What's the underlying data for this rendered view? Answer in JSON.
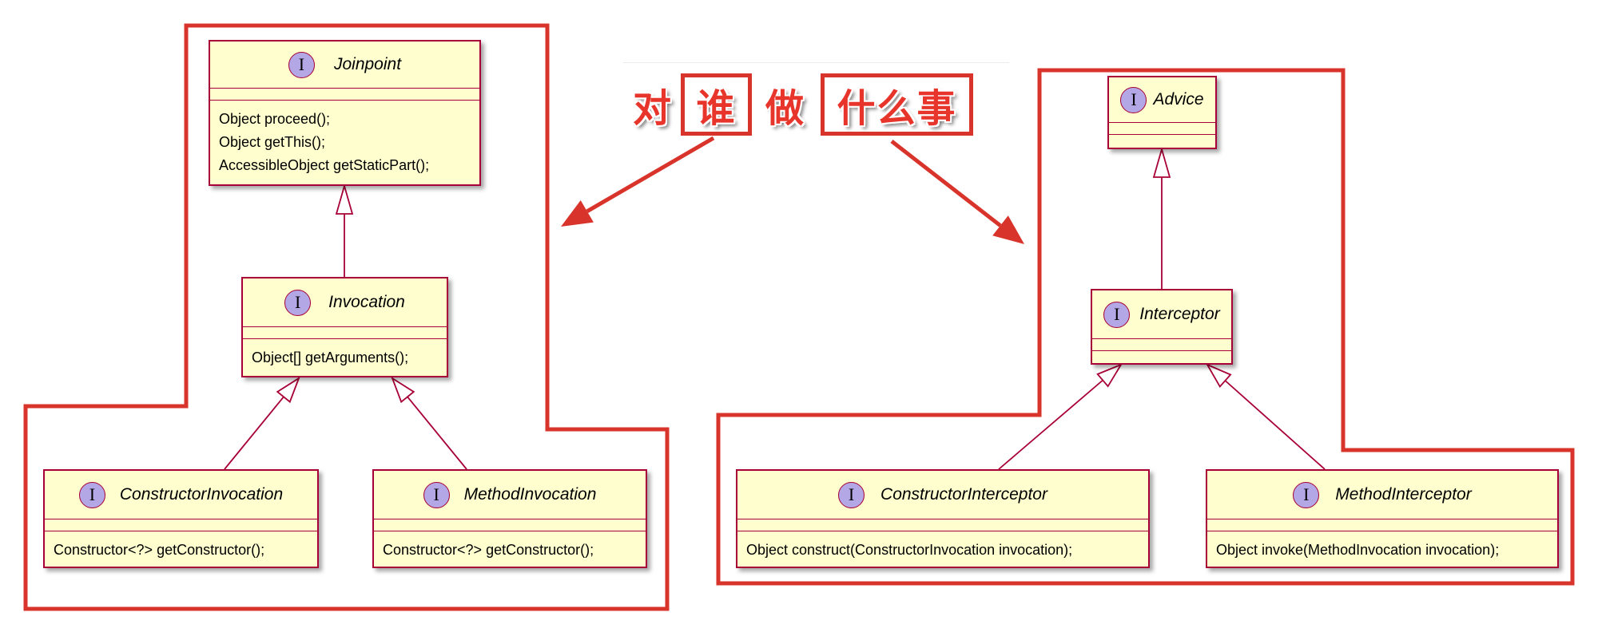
{
  "annotation": {
    "dui": "对",
    "shui": "谁",
    "zuo": "做",
    "shenme": "什么事"
  },
  "interfaces": {
    "joinpoint": {
      "stereotype": "I",
      "name": "Joinpoint",
      "methods": [
        "Object proceed();",
        "Object getThis();",
        "AccessibleObject getStaticPart();"
      ]
    },
    "invocation": {
      "stereotype": "I",
      "name": "Invocation",
      "methods": [
        "Object[] getArguments();"
      ]
    },
    "constructor_invocation": {
      "stereotype": "I",
      "name": "ConstructorInvocation",
      "methods": [
        "Constructor<?> getConstructor();"
      ]
    },
    "method_invocation": {
      "stereotype": "I",
      "name": "MethodInvocation",
      "methods": [
        "Constructor<?> getConstructor();"
      ]
    },
    "advice": {
      "stereotype": "I",
      "name": "Advice",
      "methods": []
    },
    "interceptor": {
      "stereotype": "I",
      "name": "Interceptor",
      "methods": []
    },
    "constructor_interceptor": {
      "stereotype": "I",
      "name": "ConstructorInterceptor",
      "methods": [
        "Object construct(ConstructorInvocation invocation);"
      ]
    },
    "method_interceptor": {
      "stereotype": "I",
      "name": "MethodInterceptor",
      "methods": [
        "Object invoke(MethodInvocation invocation);"
      ]
    }
  },
  "colors": {
    "box_fill": "#FEFECE",
    "box_border": "#A80036",
    "stereotype_fill": "#B4A7E5",
    "highlight_red": "#D9342B",
    "annotation_text": "#E8352B"
  }
}
